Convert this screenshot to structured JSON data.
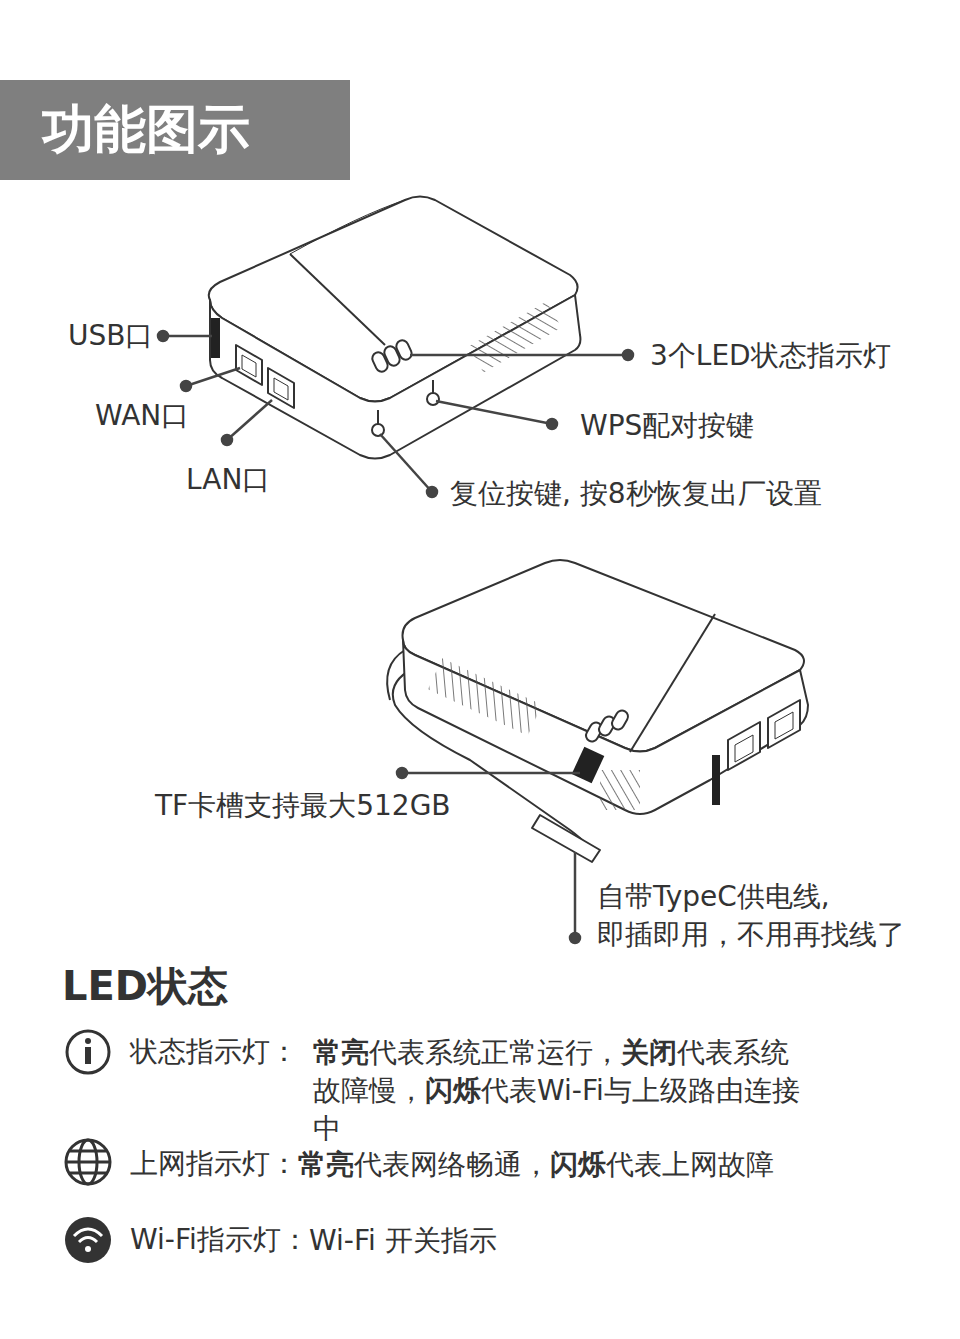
{
  "diagram": {
    "title": "功能图示",
    "labels": [
      "USB口",
      "WAN口",
      "LAN口",
      "3个LED状态指示灯",
      "WPS配对按键",
      "复位按键, 按8秒恢复出厂设置",
      "TF卡槽支持最大512GB",
      "自带TypeC供电线, 即插即用，不用再找线了",
      "LED状态",
      "状态指示灯：",
      "常亮",
      "代表系统正常运行，",
      "关闭",
      "代表系统故障慢，",
      "闪烁",
      "代表Wi-Fi与上级路由连接中",
      "上网指示灯：",
      "常亮",
      "代表网络畅通，",
      "闪烁",
      "代表上网故障",
      "Wi-Fi指示灯：",
      "Wi-Fi 开关指示"
    ]
  }
}
